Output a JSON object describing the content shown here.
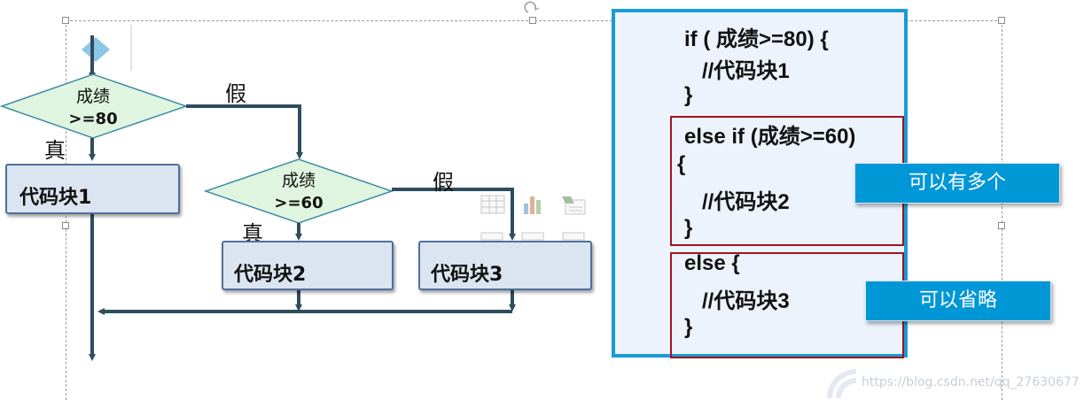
{
  "flowchart": {
    "decision1": {
      "line1": "成绩",
      "line2": ">=80"
    },
    "decision2": {
      "line1": "成绩",
      "line2": ">=60"
    },
    "true_label": "真",
    "false_label": "假",
    "block1": "代码块1",
    "block2": "代码块2",
    "block3": "代码块3"
  },
  "code": {
    "lines": [
      "if ( 成绩>=80) {",
      "   //代码块1",
      "}",
      "else if (成绩>=60)",
      "{",
      "   //代码块2",
      "}",
      "else {",
      "   //代码块3",
      "}"
    ]
  },
  "callouts": {
    "multiple": "可以有多个",
    "optional": "可以省略"
  },
  "watermark": "https://blog.csdn.net/qq_27630677",
  "colors": {
    "arrow": "#2e4d5e",
    "decision_fill": "#dff5df",
    "block_fill": "#dbe4f1",
    "panel_border": "#1a9ad8",
    "red_box": "#a0141e",
    "callout": "#0097d7"
  }
}
